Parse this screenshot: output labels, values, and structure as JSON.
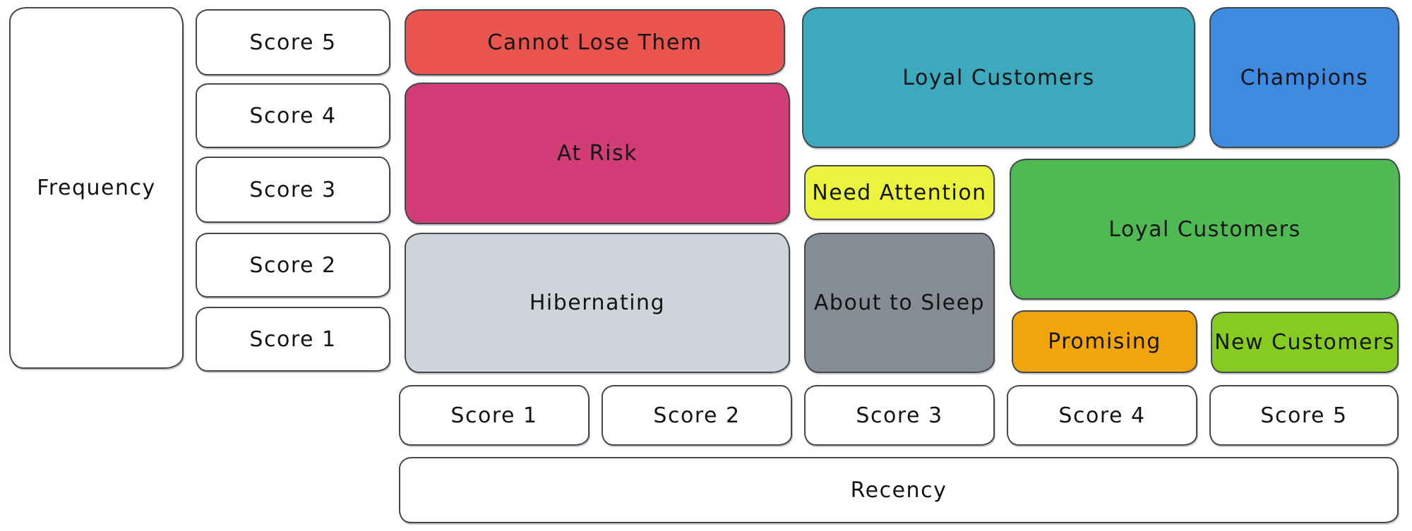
{
  "diagram": {
    "type": "rfm-segmentation-matrix",
    "style": "hand-drawn",
    "background": "#ffffff",
    "border_color": "#43484e",
    "text_color": "#141414"
  },
  "y_axis": {
    "label": "Frequency",
    "scores": [
      "Score 5",
      "Score 4",
      "Score 3",
      "Score 2",
      "Score 1"
    ]
  },
  "x_axis": {
    "label": "Recency",
    "scores": [
      "Score 1",
      "Score 2",
      "Score 3",
      "Score 4",
      "Score 5"
    ]
  },
  "segments": [
    {
      "label": "Cannot Lose Them",
      "color": "#ea544e",
      "recency_scores": "1-2",
      "frequency_scores": "5"
    },
    {
      "label": "At Risk",
      "color": "#d33d77",
      "recency_scores": "1-2",
      "frequency_scores": "3-4"
    },
    {
      "label": "Hibernating",
      "color": "#cfd4da",
      "recency_scores": "1-2",
      "frequency_scores": "1-2"
    },
    {
      "label": "Loyal Customers",
      "color": "#3ca9bd",
      "recency_scores": "3-4",
      "frequency_scores": "4-5"
    },
    {
      "label": "Champions",
      "color": "#3f8ae1",
      "recency_scores": "5",
      "frequency_scores": "4-5"
    },
    {
      "label": "Need Attention",
      "color": "#ebf43d",
      "recency_scores": "3",
      "frequency_scores": "3"
    },
    {
      "label": "Loyal Customers",
      "color": "#50ba52",
      "recency_scores": "4-5",
      "frequency_scores": "2-3"
    },
    {
      "label": "About to Sleep",
      "color": "#868d94",
      "recency_scores": "3",
      "frequency_scores": "1-2"
    },
    {
      "label": "Promising",
      "color": "#f2a50a",
      "recency_scores": "4",
      "frequency_scores": "1"
    },
    {
      "label": "New Customers",
      "color": "#86cb20",
      "recency_scores": "5",
      "frequency_scores": "1"
    }
  ]
}
